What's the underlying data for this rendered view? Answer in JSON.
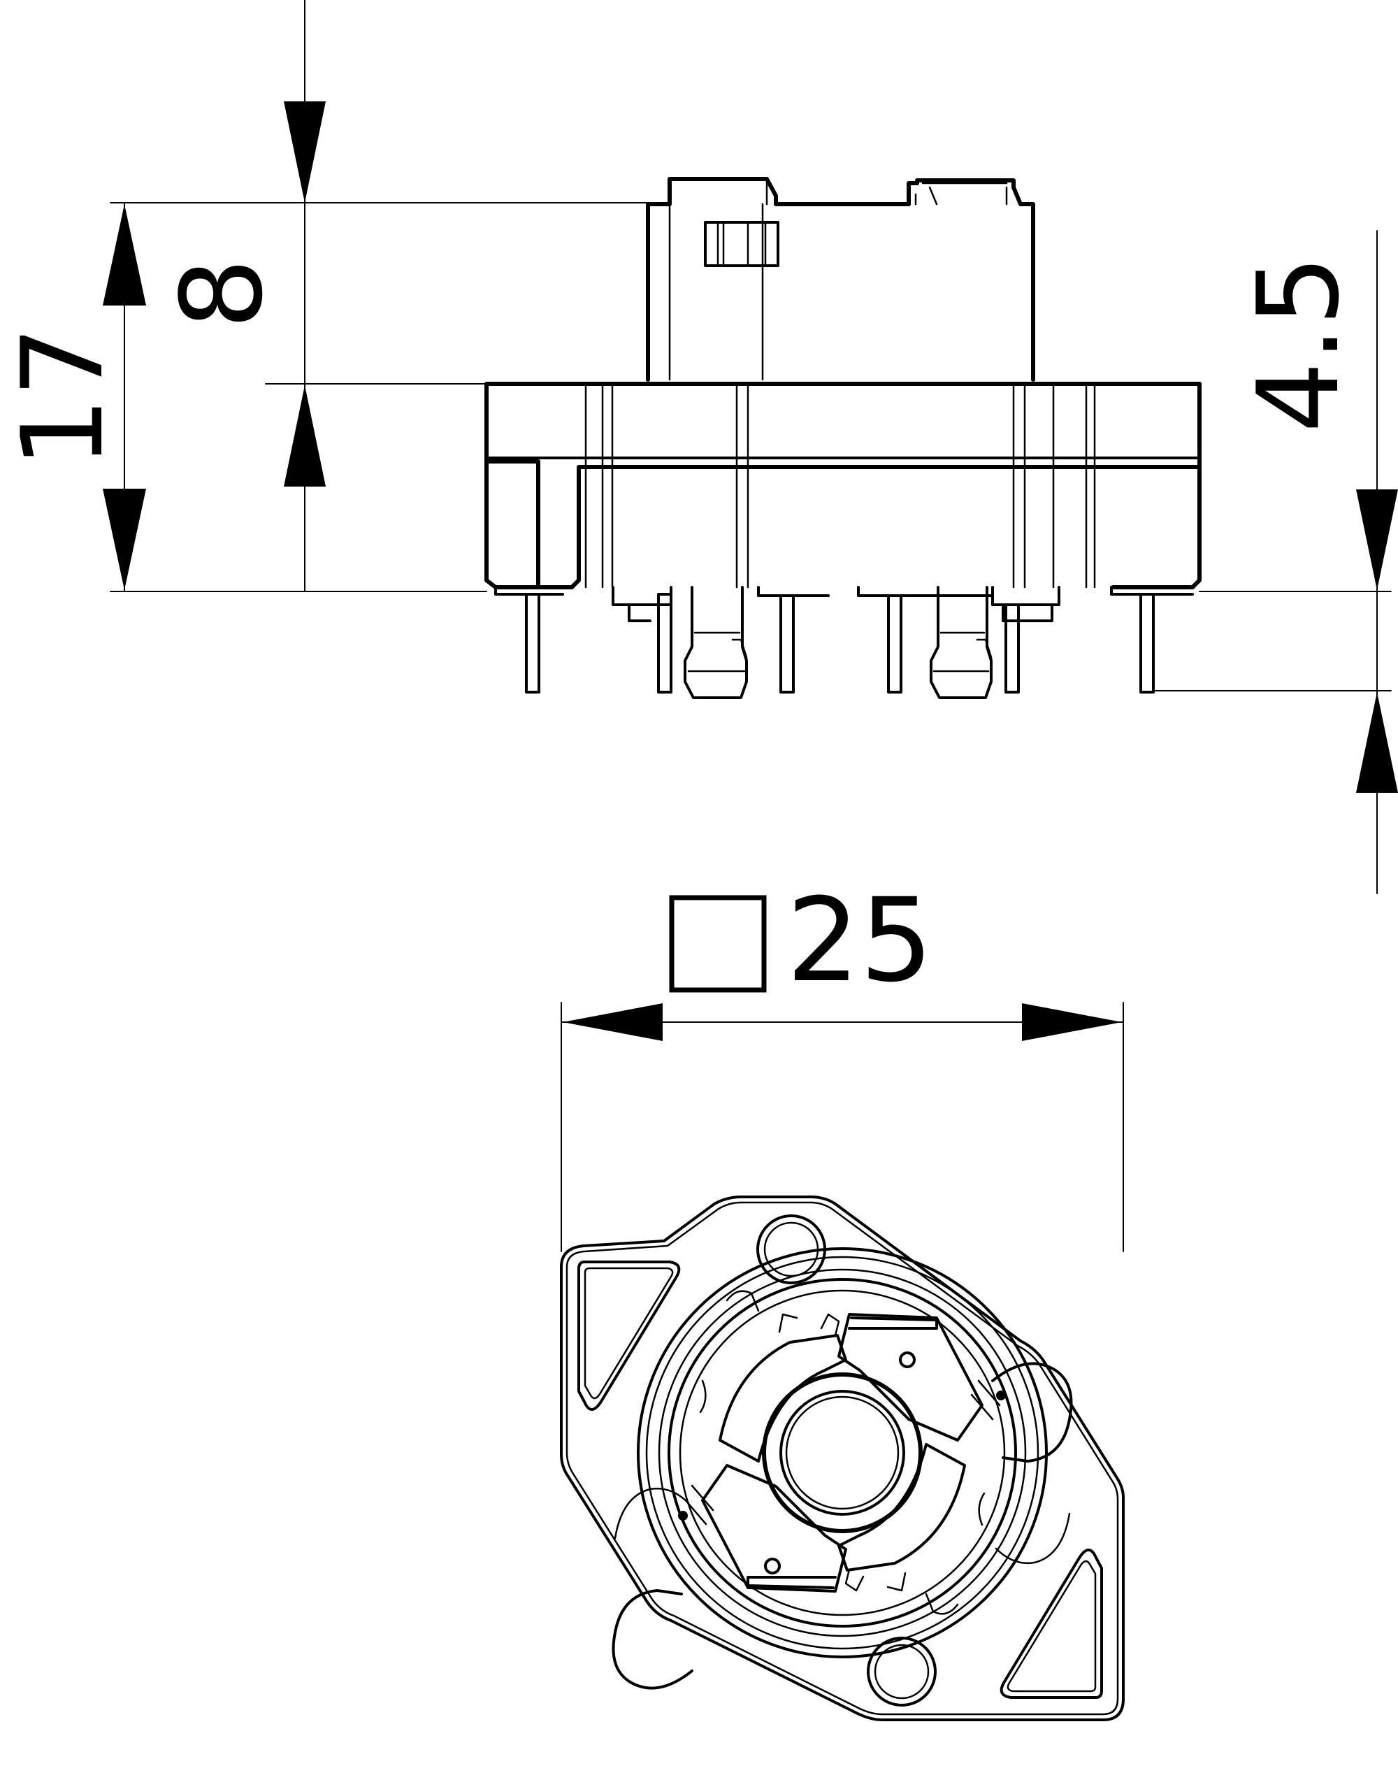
{
  "dimensions": {
    "overall_height": "17",
    "housing_height": "8",
    "pin_length": "4.5",
    "square_symbol": "□",
    "square_size": "25"
  },
  "views": [
    "side-view",
    "bottom-view"
  ],
  "colors": {
    "line": "#000000",
    "background": "#ffffff"
  }
}
